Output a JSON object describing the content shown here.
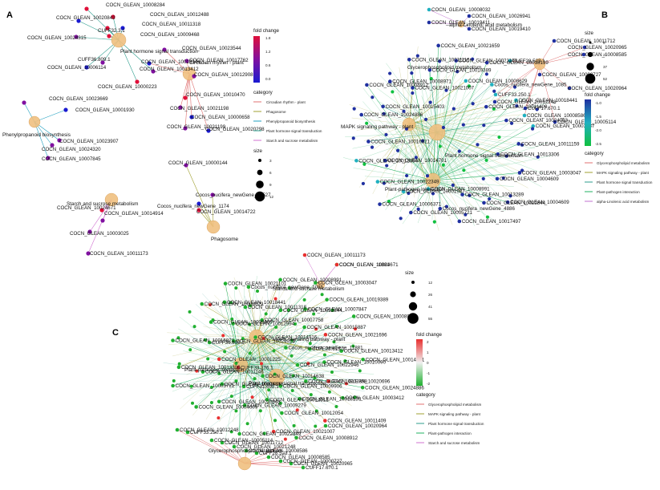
{
  "colors": {
    "hub": "#f0c080",
    "hub_stroke": "#d09040",
    "edge_grey": "#bbbbbb",
    "cat_glycero": "#e07070",
    "cat_mapk": "#a0a030",
    "cat_hormone": "#2e9e8e",
    "cat_pathogen": "#20b060",
    "cat_linolenic": "#c070d0",
    "cat_circadian": "#e07070",
    "cat_phagosome": "#a0a030",
    "cat_phenyl": "#20a0c0",
    "cat_starch": "#d070d0",
    "a_high": "#e0103a",
    "a_mid": "#8010a0",
    "a_low": "#1a1ad0",
    "b_high": "#2030a0",
    "b_mid": "#20b0c0",
    "b_low": "#10c040",
    "c_high": "#e83030",
    "c_mid": "#f0f0f0",
    "c_low": "#20b030"
  },
  "panels": {
    "A": {
      "label": "A",
      "hubs": [
        "Plant hormone signal transduction",
        "Circadian rhythm - plant",
        "Phenylpropanoid biosynthesis",
        "Phagosome",
        "Starch and sucrose metabolism"
      ],
      "legend": {
        "fc_title": "fold change",
        "fc_ticks": [
          "1.8",
          "1.2",
          "0.6",
          "0.0"
        ],
        "cat_title": "category",
        "categories": [
          "Circadian rhythm - plant",
          "Phagosome",
          "Phenylpropanoid biosynthesis",
          "Plant hormone signal transduction",
          "Starch and sucrose metabolism"
        ],
        "size_title": "size",
        "sizes": [
          "3",
          "6",
          "9",
          "12"
        ]
      },
      "genes": [
        {
          "label": "COCN_GLEAN_10008284",
          "hub": 0,
          "fc": 0.9
        },
        {
          "label": "COCN_GLEAN_10020843",
          "hub": 0,
          "fc": 0.2
        },
        {
          "label": "COCN_GLEAN_10012488",
          "hub": 0,
          "fc": 0.9
        },
        {
          "label": "CUFF32.3.1",
          "hub": 0,
          "fc": 0.2
        },
        {
          "label": "COCN_GLEAN_10011318",
          "hub": 0,
          "fc": 0.9
        },
        {
          "label": "COCN_GLEAN_10024315",
          "hub": 0,
          "fc": 0.5
        },
        {
          "label": "COCN_GLEAN_10009468",
          "hub": 0,
          "fc": 0.9
        },
        {
          "label": "CUFF36.809.1",
          "hub": 0,
          "fc": 0.5
        },
        {
          "label": "COCN_GLEAN_10006114",
          "hub": 0,
          "fc": 0.2
        },
        {
          "label": "COCN_GLEAN_10013412",
          "hub": 0,
          "fc": 0.5
        },
        {
          "label": "COCN_GLEAN_10000223",
          "hub": 0,
          "fc": 0.9
        },
        {
          "label": "COCN_GLEAN_10023544",
          "hub": 1,
          "fc": 0.5
        },
        {
          "label": "COCN_GLEAN_10017762",
          "hub": 1,
          "fc": 0.5
        },
        {
          "label": "COCN_GLEAN_10019344",
          "hub": 1,
          "fc": 0.2
        },
        {
          "label": "COCN_GLEAN_10012908",
          "hub": 1,
          "fc": 0.5
        },
        {
          "label": "COCN_GLEAN_10010470",
          "hub": 1,
          "fc": 0.9
        },
        {
          "label": "COCN_GLEAN_10021198",
          "hub": 1,
          "fc": 0.5
        },
        {
          "label": "COCN_GLEAN_10000658",
          "hub": 1,
          "fc": 0.2
        },
        {
          "label": "COCN_GLEAN_10021199",
          "hub": 1,
          "fc": 0.5
        },
        {
          "label": "COCN_GLEAN_10020298",
          "hub": 1,
          "fc": 0.2
        },
        {
          "label": "COCN_GLEAN_10023669",
          "hub": 2,
          "fc": 0.5
        },
        {
          "label": "COCN_GLEAN_10001930",
          "hub": 2,
          "fc": 0.2
        },
        {
          "label": "COCN_GLEAN_10023907",
          "hub": 2,
          "fc": 0.5
        },
        {
          "label": "COCN_GLEAN_10024320",
          "hub": 2,
          "fc": 0.5
        },
        {
          "label": "COCN_GLEAN_10007845",
          "hub": 2,
          "fc": 0.5
        },
        {
          "label": "COCN_GLEAN_10000144",
          "hub": 3,
          "fc": 0.5
        },
        {
          "label": "Cocos_nucifera_newGene_15527",
          "hub": 3,
          "fc": 0.5
        },
        {
          "label": "Cocos_nucifera_newGene_1174",
          "hub": 3,
          "fc": 0.2
        },
        {
          "label": "COCN_GLEAN_10014722",
          "hub": 3,
          "fc": 0.9
        },
        {
          "label": "COCN_GLEAN_10024671",
          "hub": 4,
          "fc": 0.9
        },
        {
          "label": "COCN_GLEAN_10014914",
          "hub": 4,
          "fc": 0.5
        },
        {
          "label": "COCN_GLEAN_10003025",
          "hub": 4,
          "fc": 0.5
        },
        {
          "label": "COCN_GLEAN_10011173",
          "hub": 4,
          "fc": 0.5
        }
      ]
    },
    "B": {
      "label": "B",
      "hubs": [
        "alpha-Linolenic acid metabolism",
        "Glycerophospholipid metabolism",
        "MAPK signaling pathway - plant",
        "Plant hormone signal transduction",
        "Plant-pathogen interaction"
      ],
      "legend": {
        "size_title": "size",
        "sizes": [
          "6",
          "21",
          "37",
          "52"
        ],
        "fc_title": "fold change",
        "fc_ticks": [
          "-1.0",
          "-1.5",
          "-2.0",
          "-2.5"
        ],
        "cat_title": "category",
        "categories": [
          "Glycerophospholipid metabolism",
          "MAPK signaling pathway - plant",
          "Plant hormone signal transduction",
          "Plant-pathogen interaction",
          "alpha-Linolenic acid metabolism"
        ]
      },
      "genes": [
        {
          "label": "COCN_GLEAN_10008032",
          "hub": 0
        },
        {
          "label": "COCN_GLEAN_10026941",
          "hub": 0
        },
        {
          "label": "COCN_GLEAN_10019411",
          "hub": 0
        },
        {
          "label": "COCN_GLEAN_10019410",
          "hub": 0
        },
        {
          "label": "CUFF33.250.1",
          "hub": 1
        },
        {
          "label": "CUFF17.670.1",
          "hub": 1
        },
        {
          "label": "COCN_GLEAN_10005114",
          "hub": 1
        },
        {
          "label": "COCN_GLEAN_10020965",
          "hub": 1
        },
        {
          "label": "CUFF28.523.1",
          "hub": 1
        },
        {
          "label": "COCN_GLEAN_10000727",
          "hub": 1
        },
        {
          "label": "COCN_GLEAN_10020964",
          "hub": 1
        },
        {
          "label": "COCN_GLEAN_10012248",
          "hub": 1
        },
        {
          "label": "COCN_GLEAN_10008586",
          "hub": 1
        },
        {
          "label": "COCN_GLEAN_10011712",
          "hub": 1
        },
        {
          "label": "COCN_GLEAN_10008585",
          "hub": 1
        },
        {
          "label": "COCN_GLEAN_10011409",
          "hub": 2
        },
        {
          "label": "COCN_GLEAN_10008991",
          "hub": 2
        },
        {
          "label": "COCN_GLEAN_10021007",
          "hub": 2
        },
        {
          "label": "COCN_GLEAN_10013306",
          "hub": 2
        },
        {
          "label": "COCN_GLEAN_10014701",
          "hub": 2
        },
        {
          "label": "COCN_GLEAN_10008629",
          "hub": 2
        },
        {
          "label": "COCN_GLEAN_10013289",
          "hub": 2
        },
        {
          "label": "COCN_GLEAN_10015403",
          "hub": 3
        },
        {
          "label": "COCN_GLEAN_10024083",
          "hub": 3
        },
        {
          "label": "COCN_GLEAN_10001987",
          "hub": 3
        },
        {
          "label": "COCN_GLEAN_10019389",
          "hub": 3
        },
        {
          "label": "COCN_GLEAN_10004609",
          "hub": 3
        },
        {
          "label": "COCN_GLEAN_10016821",
          "hub": 3
        },
        {
          "label": "Cocos_nucifera_newGene_1085",
          "hub": 3
        },
        {
          "label": "Cocos_nucifera_newGene_4886",
          "hub": 3
        },
        {
          "label": "COCN_GLEAN_10008971",
          "hub": 3
        },
        {
          "label": "COCN_GLEAN_10011159",
          "hub": 4
        },
        {
          "label": "COCN_GLEAN_10022349",
          "hub": 4
        },
        {
          "label": "COCN_GLEAN_10021101",
          "hub": 4
        },
        {
          "label": "COCN_GLEAN_10022844",
          "hub": 4
        },
        {
          "label": "COCN_GLEAN_10024886",
          "hub": 4
        },
        {
          "label": "COCN_GLEAN_10018441",
          "hub": 4
        },
        {
          "label": "COCN_GLEAN_10005721",
          "hub": 4
        },
        {
          "label": "COCN_GLEAN_10011116",
          "hub": 4
        },
        {
          "label": "COCN_GLEAN_10003047",
          "hub": 4
        },
        {
          "label": "COCN_GLEAN_10012994",
          "hub": 4
        },
        {
          "label": "COCN_GLEAN_10018139",
          "hub": 4
        },
        {
          "label": "COCN_GLEAN_10017497",
          "hub": 4
        },
        {
          "label": "COCN_GLEAN_10008912",
          "hub": 4
        },
        {
          "label": "COCN_GLEAN_10003637",
          "hub": 4
        },
        {
          "label": "COCN_GLEAN_10006371",
          "hub": 4
        },
        {
          "label": "COCN_GLEAN_10021659",
          "hub": 4
        },
        {
          "label": "COCN_GLEAN_10004609",
          "hub": 4
        }
      ]
    },
    "C": {
      "label": "C",
      "hubs": [
        "MAPK signaling pathway - plant",
        "Plant hormone signal transduction",
        "Plant-pathogen interaction",
        "Starch and sucrose metabolism",
        "Glycerophospholipid metabolism"
      ],
      "legend": {
        "size_title": "size",
        "sizes": [
          "12",
          "26",
          "41",
          "55"
        ],
        "fc_title": "fold change",
        "fc_ticks": [
          "2",
          "1",
          "0",
          "-1",
          "-2"
        ],
        "cat_title": "category",
        "categories": [
          "Glycerophospholipid metabolism",
          "MAPK signaling pathway - plant",
          "Plant hormone signal transduction",
          "Plant-pathogen interaction",
          "Starch and sucrose metabolism"
        ]
      },
      "genes": [
        {
          "label": "COCN_GLEAN_10011173",
          "hub": 3,
          "fc": 1.5
        },
        {
          "label": "COCN_GLEAN_11881",
          "hub": 3,
          "fc": -1.5
        },
        {
          "label": "Cocos_nucifera_newGene_11881",
          "hub": 0,
          "fc": -1.2
        },
        {
          "label": "COCN_GLEAN_10014638",
          "hub": 0,
          "fc": -1.5
        },
        {
          "label": "COCN_GLEAN_10014916",
          "hub": 0,
          "fc": -1.5
        },
        {
          "label": "COCN_GLEAN_10022946",
          "hub": 0,
          "fc": -1.5
        },
        {
          "label": "CUFF33.376.1",
          "hub": 0,
          "fc": 1.5
        },
        {
          "label": "COCN_GLEAN_10024671",
          "hub": 3,
          "fc": 1.5
        },
        {
          "label": "COCN_GLEAN_10009906",
          "hub": 0,
          "fc": -1.5
        },
        {
          "label": "COCN_GLEAN_10024925",
          "hub": 0,
          "fc": -1.5
        },
        {
          "label": "CUFF28.613.1",
          "hub": 0,
          "fc": -1.5
        },
        {
          "label": "CUFF31.695.1",
          "hub": 0,
          "fc": -1.5
        },
        {
          "label": "COCN_GLEAN_10007758",
          "hub": 0,
          "fc": -1.5
        },
        {
          "label": "COCN_GLEAN_10007398",
          "hub": 0,
          "fc": -1.5
        },
        {
          "label": "COCN_GLEAN_10001225",
          "hub": 0,
          "fc": 1.5
        },
        {
          "label": "COCN_GLEAN_10015887",
          "hub": 1,
          "fc": -1.5
        },
        {
          "label": "COCN_GLEAN_10014512",
          "hub": 1,
          "fc": -1.5
        },
        {
          "label": "COCN_GLEAN_10012994",
          "hub": 2,
          "fc": -1.5
        },
        {
          "label": "COCN_GLEAN_10010090",
          "hub": 2,
          "fc": -1.5
        },
        {
          "label": "COCN_GLEAN_10006318",
          "hub": 2,
          "fc": -1.5
        },
        {
          "label": "COCN_GLEAN_10022844",
          "hub": 2,
          "fc": -1.5
        },
        {
          "label": "COCN_GLEAN_10018139",
          "hub": 2,
          "fc": -1.5
        },
        {
          "label": "CUFF36.809.1",
          "hub": 1,
          "fc": -1.5
        },
        {
          "label": "COCN_GLEAN_10021696",
          "hub": 1,
          "fc": 1.5
        },
        {
          "label": "COCN_GLEAN_10009279",
          "hub": 1,
          "fc": -1.5
        },
        {
          "label": "COCN_GLEAN_10011318",
          "hub": 1,
          "fc": -1.5
        },
        {
          "label": "COCN_GLEAN_10020696",
          "hub": 1,
          "fc": 1.5
        },
        {
          "label": "COCN_GLEAN_10011146",
          "hub": 2,
          "fc": -1.5
        },
        {
          "label": "COCN_GLEAN_10007847",
          "hub": 2,
          "fc": -1.5
        },
        {
          "label": "COCN_GLEAN_10012054",
          "hub": 2,
          "fc": -1.5
        },
        {
          "label": "COCN_GLEAN_10009468",
          "hub": 1,
          "fc": -1.5
        },
        {
          "label": "COCN_GLEAN_10013412",
          "hub": 1,
          "fc": -1.5
        },
        {
          "label": "COCN_GLEAN_10020843",
          "hub": 1,
          "fc": -1.5
        },
        {
          "label": "CUFF33.250.1",
          "hub": 4,
          "fc": -1.5
        },
        {
          "label": "COCN_GLEAN_10011712",
          "hub": 4,
          "fc": -1.5
        },
        {
          "label": "CUFF28.523.1",
          "hub": 4,
          "fc": -1.5
        },
        {
          "label": "COCN_GLEAN_10020965",
          "hub": 4,
          "fc": -1.5
        },
        {
          "label": "COCN_GLEAN_10020964",
          "hub": 4,
          "fc": -1.5
        },
        {
          "label": "COCN_GLEAN_10018441",
          "hub": 2,
          "fc": -1.5
        },
        {
          "label": "COCN_GLEAN_10021248",
          "hub": 4,
          "fc": -1.5
        },
        {
          "label": "COCN_GLEAN_10008585",
          "hub": 4,
          "fc": -1.5
        },
        {
          "label": "CUFF17.670.1",
          "hub": 4,
          "fc": -1.5
        },
        {
          "label": "COCN_GLEAN_10012248",
          "hub": 4,
          "fc": -1.5
        },
        {
          "label": "COCN_GLEAN_10005114",
          "hub": 4,
          "fc": -1.5
        },
        {
          "label": "COCN_GLEAN_10008586",
          "hub": 4,
          "fc": -1.5
        },
        {
          "label": "COCN_GLEAN_10000727",
          "hub": 4,
          "fc": -1.5
        },
        {
          "label": "Cocos_nucifera_newGene_1085",
          "hub": 0,
          "fc": -1.5
        },
        {
          "label": "COCN_GLEAN_10003412",
          "hub": 0,
          "fc": -1.5
        },
        {
          "label": "COCN_GLEAN_10013306",
          "hub": 0,
          "fc": -1.5
        },
        {
          "label": "COCN_GLEAN_10019389",
          "hub": 0,
          "fc": -1.5
        },
        {
          "label": "COCN_GLEAN_10021007",
          "hub": 0,
          "fc": 1.5
        },
        {
          "label": "COCN_GLEAN_10008629",
          "hub": 0,
          "fc": -1.5
        },
        {
          "label": "COCN_GLEAN_10014701",
          "hub": 0,
          "fc": -1.5
        },
        {
          "label": "COCN_GLEAN_10004609",
          "hub": 2,
          "fc": -1.5
        },
        {
          "label": "COCN_GLEAN_10008991",
          "hub": 0,
          "fc": -1.5
        },
        {
          "label": "COCN_GLEAN_10011409",
          "hub": 0,
          "fc": 1.5
        },
        {
          "label": "COCN_GLEAN_10016821",
          "hub": 2,
          "fc": -1.5
        },
        {
          "label": "COCN_GLEAN_10008971",
          "hub": 2,
          "fc": -1.5
        },
        {
          "label": "COCN_GLEAN_10022349",
          "hub": 2,
          "fc": -1.5
        },
        {
          "label": "COCN_GLEAN_10021101",
          "hub": 2,
          "fc": -1.5
        },
        {
          "label": "COCN_GLEAN_10024886",
          "hub": 2,
          "fc": -1.5
        },
        {
          "label": "COCN_GLEAN_10005721",
          "hub": 2,
          "fc": -1.5
        },
        {
          "label": "COCN_GLEAN_10003047",
          "hub": 2,
          "fc": -1.5
        },
        {
          "label": "COCN_GLEAN_10008912",
          "hub": 2,
          "fc": -1.5
        }
      ]
    }
  }
}
